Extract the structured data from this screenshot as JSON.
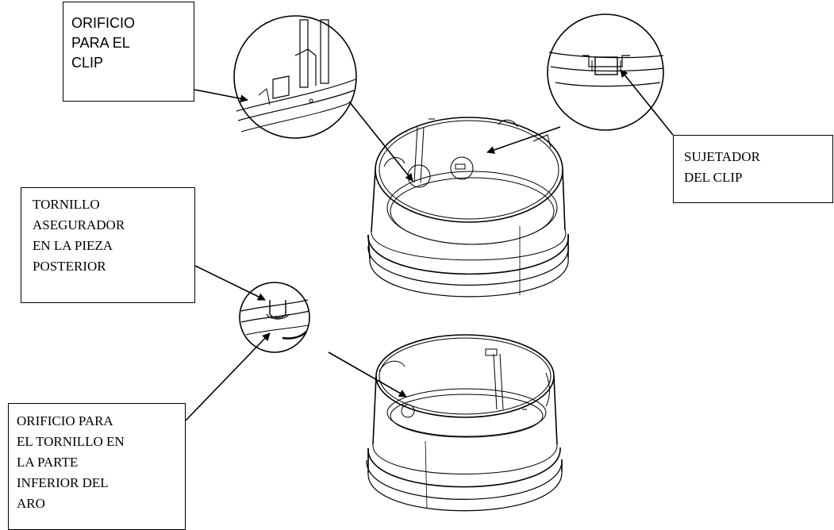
{
  "callouts": {
    "clip_hole": "ORIFICIO\nPARA EL\nCLIP",
    "clip_holder": "SUJETADOR\nDEL CLIP",
    "rear_screw": "TORNILLO\nASEGURADOR\nEN LA PIEZA\nPOSTERIOR",
    "ring_screw_hole": "ORIFICIO PARA\nEL TORNILLO EN\nLA PARTE\nINFERIOR DEL\nARO"
  },
  "colors": {
    "line": "#000000",
    "background": "#ffffff"
  }
}
